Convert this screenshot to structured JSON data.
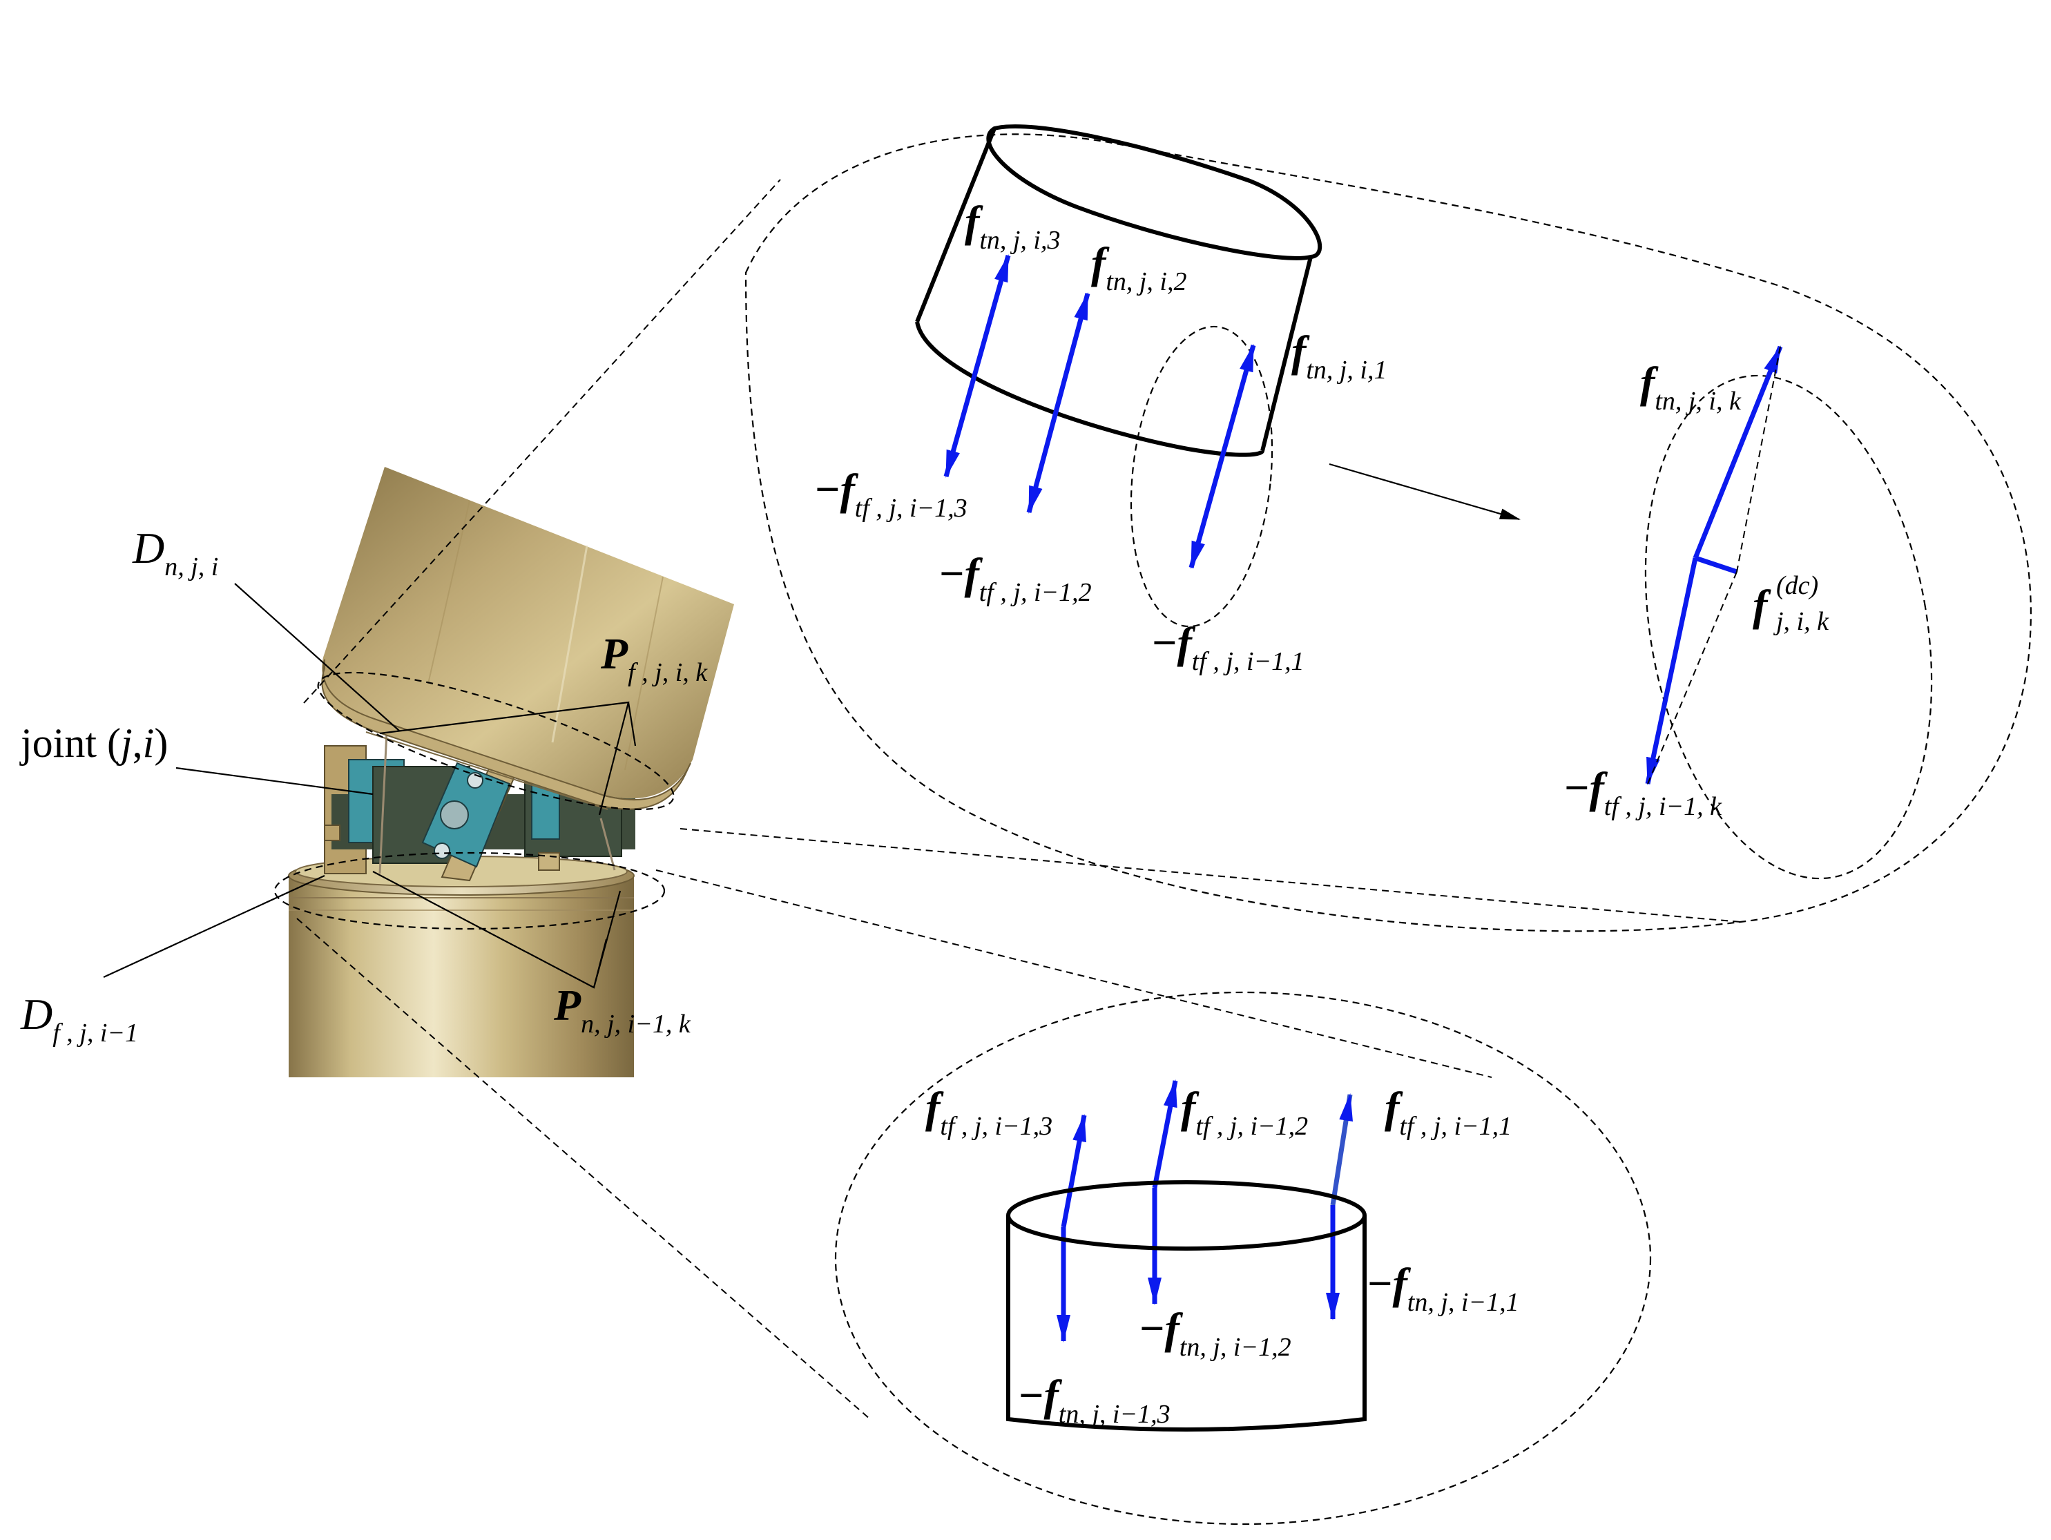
{
  "colors": {
    "arrow": "#0b1aee",
    "line": "#000000",
    "brass_light": "#ddd1a3",
    "brass_mid": "#b9a371",
    "brass_dark": "#857249",
    "joint_teal": "#3f97a3",
    "joint_dark": "#3a4a3a"
  },
  "labels": {
    "d_n_main": "D",
    "d_n_sub": "n, j, i",
    "d_f_main": "D",
    "d_f_sub": "f , j, i−1",
    "joint_text": "joint (",
    "joint_j": "j",
    "joint_comma": ",",
    "joint_i": "i",
    "joint_close": ")",
    "p_f_main": "P",
    "p_f_sub": "f , j, i, k",
    "p_n_main": "P",
    "p_n_sub": "n, j, i−1, k"
  },
  "upper_zoom": {
    "ftn3_main": "f",
    "ftn3_sub": "tn, j, i,3",
    "ftn2_main": "f",
    "ftn2_sub": "tn, j, i,2",
    "ftn1_main": "f",
    "ftn1_sub": "tn, j, i,1",
    "mftf3_minus": "−",
    "mftf3_main": "f",
    "mftf3_sub": "tf , j, i−1,3",
    "mftf2_minus": "−",
    "mftf2_main": "f",
    "mftf2_sub": "tf , j, i−1,2",
    "mftf1_minus": "−",
    "mftf1_main": "f",
    "mftf1_sub": "tf , j, i−1,1"
  },
  "detail": {
    "ftnk_main": "f",
    "ftnk_sub": "tn, j, i, k",
    "fdc_main": "f",
    "fdc_sup": "(dc)",
    "fdc_sub": "j, i, k",
    "mftfk_minus": "−",
    "mftfk_main": "f",
    "mftfk_sub": "tf , j, i−1, k"
  },
  "lower_zoom": {
    "ftf3_main": "f",
    "ftf3_sub": "tf , j, i−1,3",
    "ftf2_main": "f",
    "ftf2_sub": "tf , j, i−1,2",
    "ftf1_main": "f",
    "ftf1_sub": "tf , j, i−1,1",
    "mftn1_minus": "−",
    "mftn1_main": "f",
    "mftn1_sub": "tn, j, i−1,1",
    "mftn2_minus": "−",
    "mftn2_main": "f",
    "mftn2_sub": "tn, j, i−1,2",
    "mftn3_minus": "−",
    "mftn3_main": "f",
    "mftn3_sub": "tn, j, i−1,3"
  }
}
